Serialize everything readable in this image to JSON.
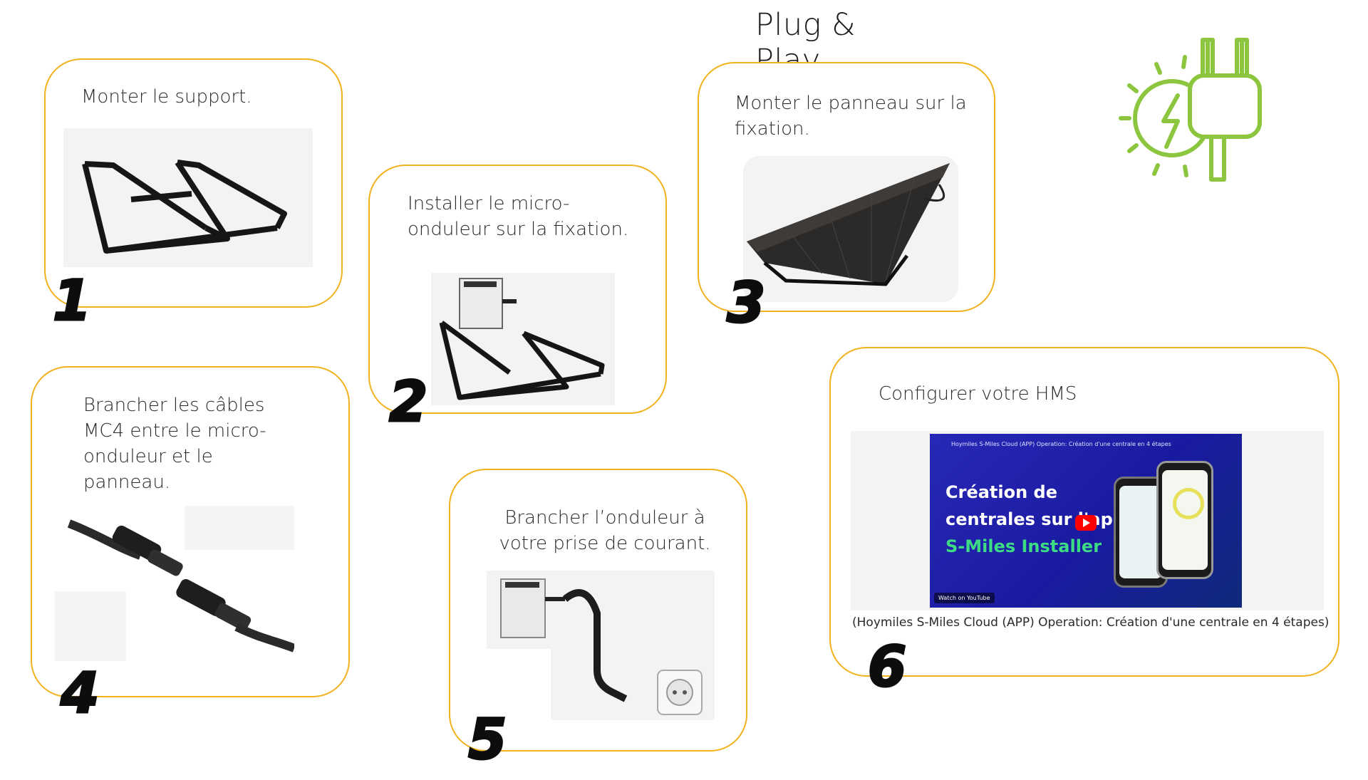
{
  "page": {
    "title": "Plug & Play"
  },
  "steps": [
    {
      "number": "1",
      "text": "Monter le support."
    },
    {
      "number": "2",
      "text": "Installer le micro-onduleur sur la fixation."
    },
    {
      "number": "3",
      "text": "Monter le panneau sur la fixation."
    },
    {
      "number": "4",
      "text": "Brancher les câbles MC4 entre le micro-onduleur et le panneau."
    },
    {
      "number": "5",
      "text": "Brancher l’onduleur à votre prise de courant."
    },
    {
      "number": "6",
      "text": "Configurer votre HMS"
    }
  ],
  "video": {
    "header": "Hoymiles S-Miles Cloud (APP) Operation: Création d'une centrale en 4 étapes",
    "line1": "Création de",
    "line2": "centrales sur l'app",
    "line3": "S-Miles Installer",
    "footer": "Watch on YouTube",
    "caption": "(Hoymiles S-Miles Cloud (APP) Operation: Création d'une centrale en 4 étapes)"
  },
  "icons": {
    "hero": "plug-energy-icon",
    "accent_color": "#8cc63f"
  },
  "colors": {
    "card_border": "#f2b21f"
  }
}
